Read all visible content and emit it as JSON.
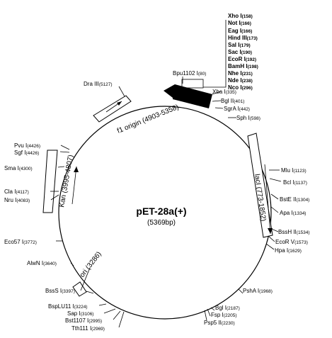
{
  "title": "pET-28a(+)",
  "size_label": "(5369bp)",
  "mcs_sites": [
    {
      "name": "Xho I",
      "pos": "(158)"
    },
    {
      "name": "Not I",
      "pos": "(166)"
    },
    {
      "name": "Eag I",
      "pos": "(166)"
    },
    {
      "name": "Hind III",
      "pos": "(173)"
    },
    {
      "name": "Sal I",
      "pos": "(179)"
    },
    {
      "name": "Sac I",
      "pos": "(190)"
    },
    {
      "name": "EcoR I",
      "pos": "(192)"
    },
    {
      "name": "BamH I",
      "pos": "(198)"
    },
    {
      "name": "Nhe I",
      "pos": "(231)"
    },
    {
      "name": "Nde I",
      "pos": "(238)"
    },
    {
      "name": "Nco I",
      "pos": "(296)"
    }
  ],
  "sites": [
    {
      "name": "Bpu1102 I",
      "pos": "(80)"
    },
    {
      "name": "Xba I",
      "pos": "(335)"
    },
    {
      "name": "Bgl II",
      "pos": "(401)"
    },
    {
      "name": "SgrA I",
      "pos": "(442)"
    },
    {
      "name": "Sph I",
      "pos": "(598)"
    },
    {
      "name": "Mlu I",
      "pos": "(1123)"
    },
    {
      "name": "Bcl I",
      "pos": "(1137)"
    },
    {
      "name": "BstE II",
      "pos": "(1304)"
    },
    {
      "name": "Apa I",
      "pos": "(1334)"
    },
    {
      "name": "BssH II",
      "pos": "(1534)"
    },
    {
      "name": "EcoR V",
      "pos": "(1573)"
    },
    {
      "name": "Hpa I",
      "pos": "(1629)"
    },
    {
      "name": "PshA I",
      "pos": "(1968)"
    },
    {
      "name": "Bgl I",
      "pos": "(2187)"
    },
    {
      "name": "Fsp I",
      "pos": "(2205)"
    },
    {
      "name": "Psp5 II",
      "pos": "(2230)"
    },
    {
      "name": "Tth111 I",
      "pos": "(2969)"
    },
    {
      "name": "Bst1107 I",
      "pos": "(2995)"
    },
    {
      "name": "Sap I",
      "pos": "(3106)"
    },
    {
      "name": "BspLU11 I",
      "pos": "(3224)"
    },
    {
      "name": "BssS I",
      "pos": "(3397)"
    },
    {
      "name": "AlwN I",
      "pos": "(3640)"
    },
    {
      "name": "Eco57 I",
      "pos": "(3772)"
    },
    {
      "name": "Nru I",
      "pos": "(4083)"
    },
    {
      "name": "Cla I",
      "pos": "(4117)"
    },
    {
      "name": "Sma I",
      "pos": "(4300)"
    },
    {
      "name": "Sgf I",
      "pos": "(4426)"
    },
    {
      "name": "Pvu I",
      "pos": "(4426)"
    },
    {
      "name": "Dra III",
      "pos": "(5127)"
    }
  ],
  "features": {
    "f1_origin": "f1 origin (4903-5358)",
    "kan": "Kan (3995-4807)",
    "laci": "lacI (773-1852)",
    "ori": "ori (3286)"
  }
}
